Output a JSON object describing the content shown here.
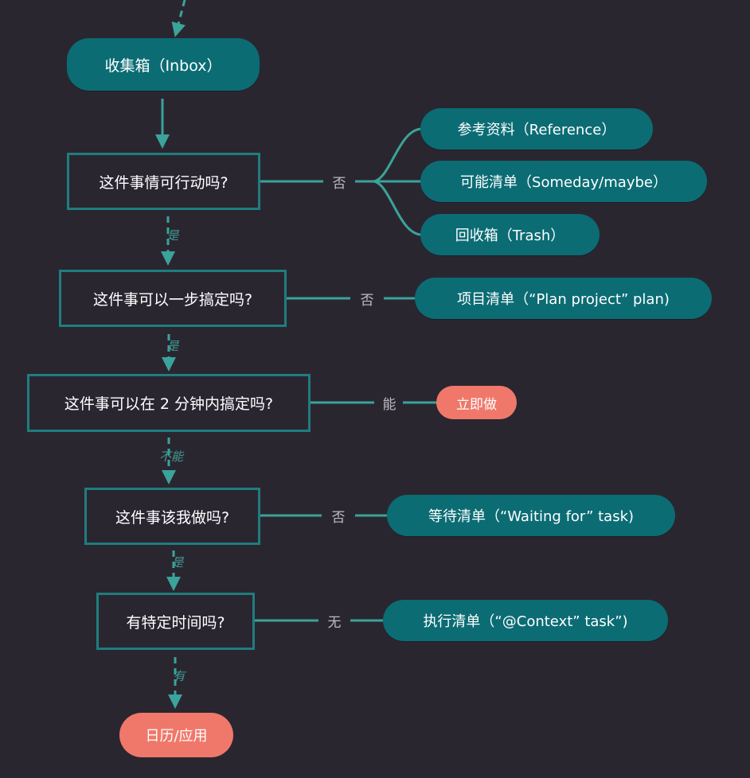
{
  "inbox": "收集箱（Inbox）",
  "q1": "这件事情可行动吗?",
  "q2": "这件事可以一步搞定吗?",
  "q3": "这件事可以在 2 分钟内搞定吗?",
  "q4": "这件事该我做吗?",
  "q5": "有特定时间吗?",
  "reference": "参考资料（Reference）",
  "someday": "可能清单（Someday/maybe）",
  "trash": "回收箱（Trash）",
  "project": "项目清单（“Plan project” plan)",
  "do_now": "立即做",
  "waiting": "等待清单（“Waiting for” task)",
  "context": "执行清单（“@Context” task”)",
  "calendar": "日历/应用",
  "labels": {
    "no1": "否",
    "no2": "否",
    "can": "能",
    "no4": "否",
    "none": "无",
    "yes1": "是",
    "yes2": "是",
    "cannot": "不能",
    "yes4": "是",
    "has": "有"
  },
  "colors": {
    "background": "#2a2630",
    "pill": "#0b6c74",
    "box_border": "#1f7d7e",
    "connector": "#3aa39a",
    "action": "#f0786a"
  }
}
